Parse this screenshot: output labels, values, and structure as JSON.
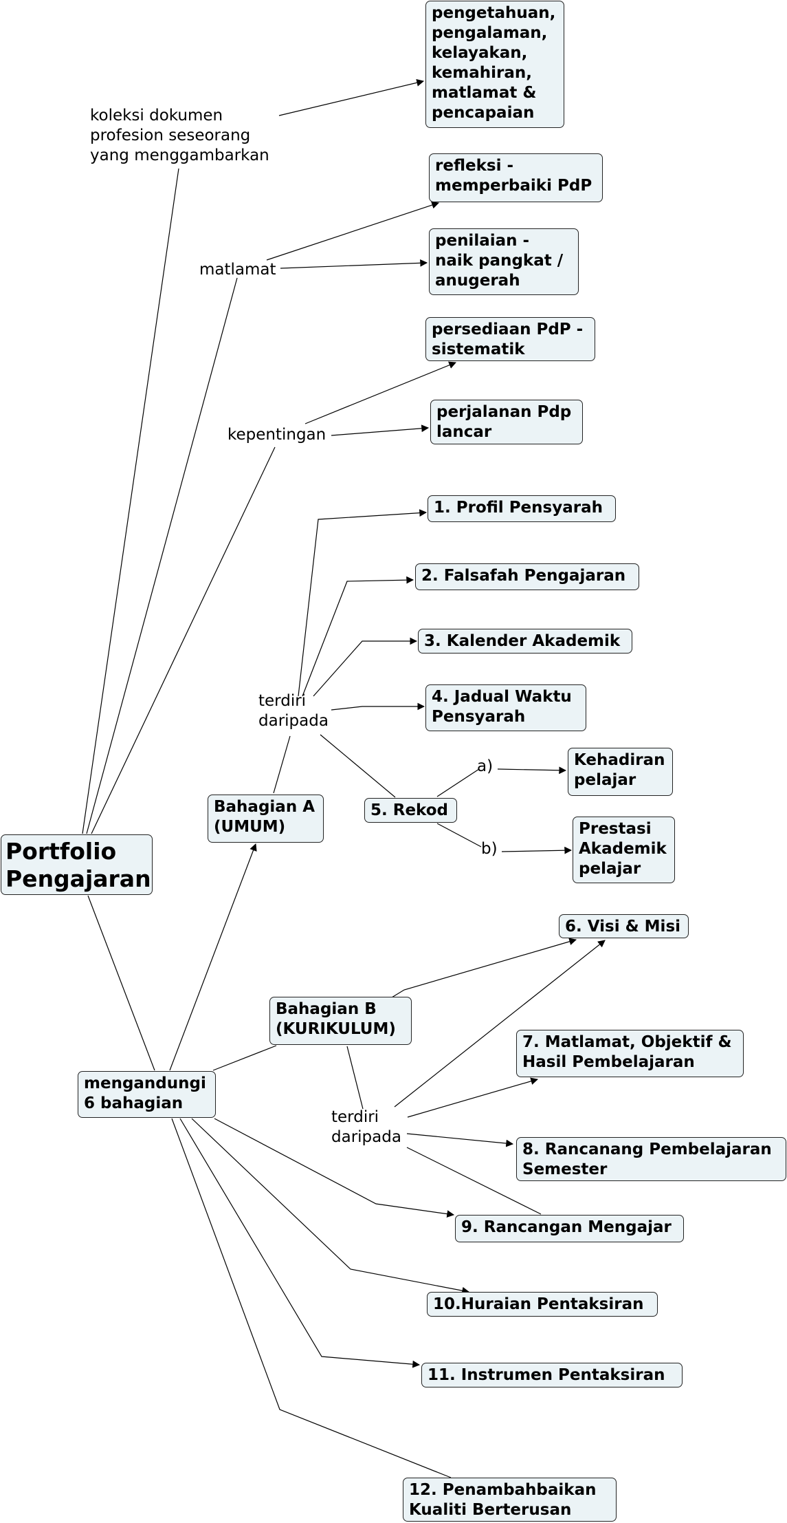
{
  "title": "Portfolio Pengajaran",
  "root": {
    "label": "Portfolio\nPengajaran"
  },
  "linking_phrases": {
    "koleksi": "koleksi dokumen\nprofesion seseorang\nyang menggambarkan",
    "matlamat": "matlamat",
    "kepentingan": "kepentingan",
    "terdiri_a": "terdiri\ndaripada",
    "terdiri_b": "terdiri\ndaripada",
    "a": "a)",
    "b": "b)"
  },
  "concepts": {
    "pengetahuan": "pengetahuan,\npengalaman,\nkelayakan,\nkemahiran,\nmatlamat &\npencapaian",
    "refleksi": "refleksi -\nmemperbaiki PdP",
    "penilaian": "penilaian -\nnaik pangkat /\nanugerah",
    "persediaan": "persediaan PdP -\nsistematik",
    "perjalanan": "perjalanan Pdp\nlancar",
    "item1": "1. Profil Pensyarah",
    "item2": "2. Falsafah Pengajaran",
    "item3": "3. Kalender Akademik",
    "item4": "4. Jadual Waktu\n    Pensyarah",
    "item5": "5. Rekod",
    "kehadiran": "Kehadiran\npelajar",
    "prestasi": "Prestasi\nAkademik\npelajar",
    "bahagian_a": "Bahagian A\n  (UMUM)",
    "bahagian_b": "Bahagian B\n(KURIKULUM)",
    "mengandungi": "mengandungi\n6 bahagian",
    "item6": "6. Visi & Misi",
    "item7": "7. Matlamat, Objektif &\n    Hasil Pembelajaran",
    "item8": "8. Rancanang Pembelajaran\n    Semester",
    "item9": "9. Rancangan Mengajar",
    "item10": "10.Huraian Pentaksiran",
    "item11": "11. Instrumen Pentaksiran",
    "item12": "12. Penambahbaikan\n     Kualiti Berterusan"
  }
}
